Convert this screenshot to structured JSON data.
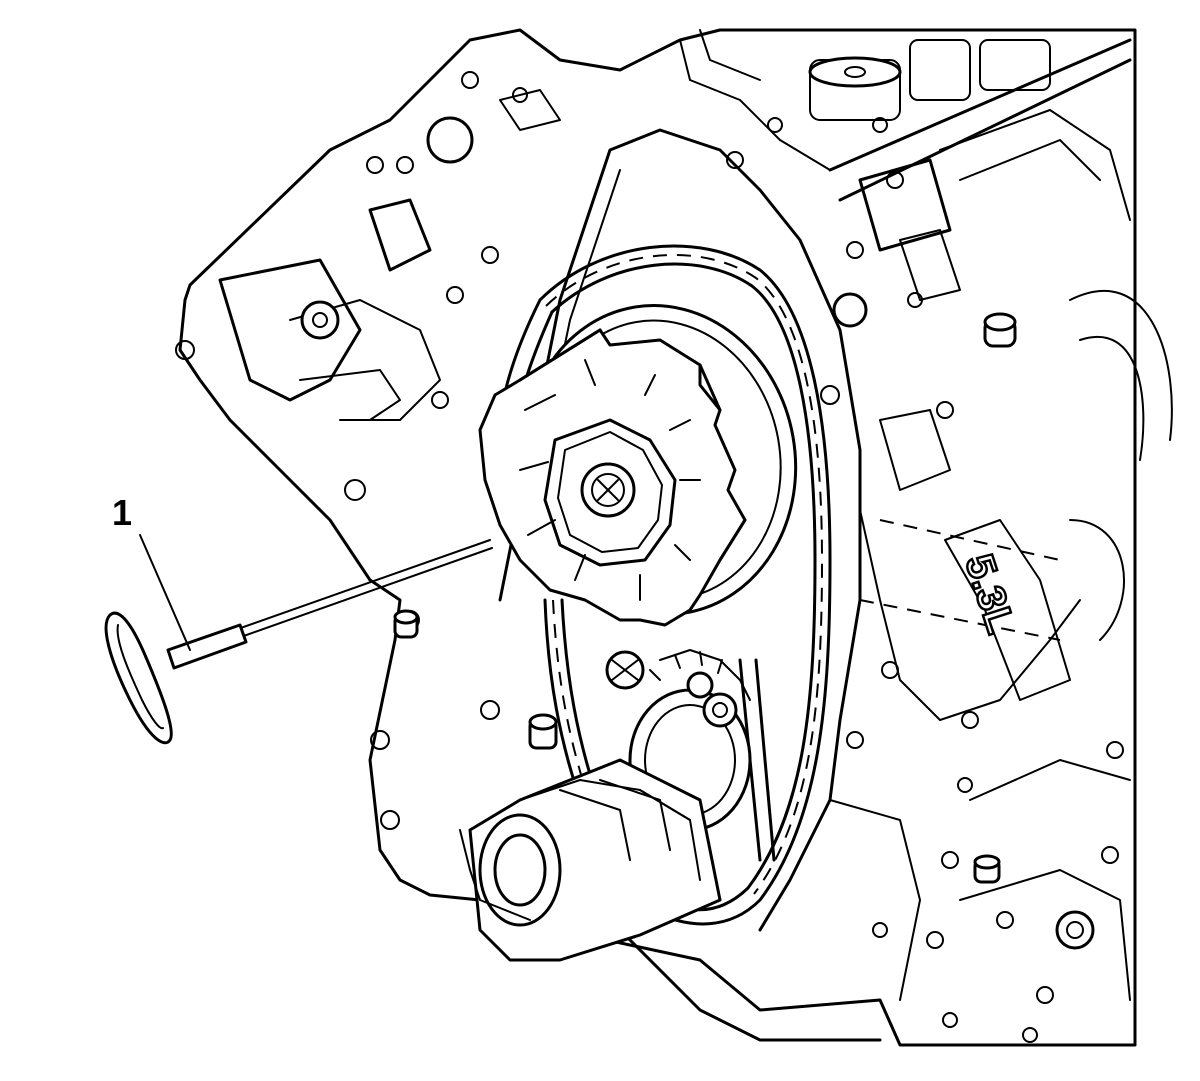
{
  "callouts": [
    {
      "id": "1",
      "label": "1"
    }
  ],
  "engraving": {
    "displacement": "5.3L"
  }
}
